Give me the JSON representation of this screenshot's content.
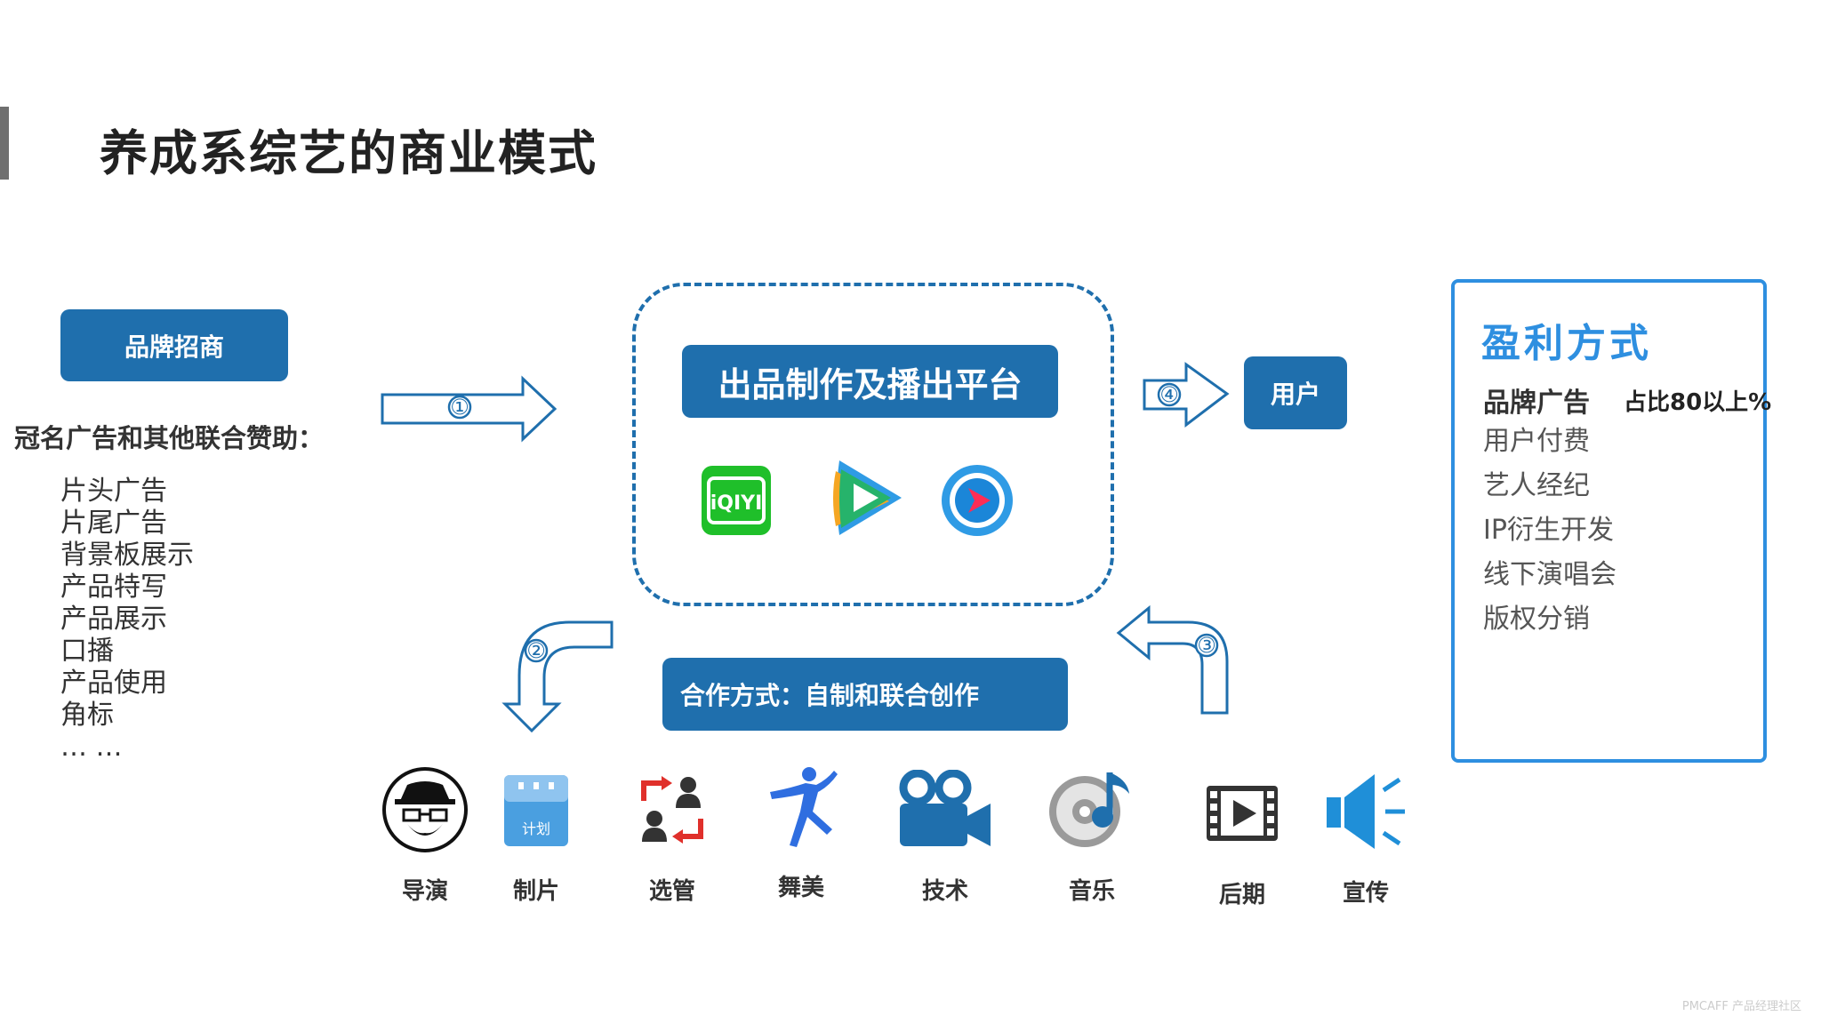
{
  "page_title": "养成系综艺的商业模式",
  "brand": {
    "button_label": "品牌招商",
    "heading": "冠名广告和其他联合赞助：",
    "items": [
      "片头广告",
      "片尾广告",
      "背景板展示",
      "产品特写",
      "产品展示",
      "口播",
      "产品使用",
      "角标",
      "… …"
    ]
  },
  "platform": {
    "label": "出品制作及播出平台",
    "logos": [
      "iqiyi-logo",
      "tencent-video-logo",
      "youku-logo"
    ],
    "iqiyi_text": "iQIYI"
  },
  "user": {
    "label": "用户"
  },
  "cooperation": {
    "label": "合作方式：自制和联合创作"
  },
  "arrows": {
    "a1": "①",
    "a2": "②",
    "a3": "③",
    "a4": "④"
  },
  "roles": [
    {
      "label": "导演",
      "icon": "director-icon"
    },
    {
      "label": "制片",
      "icon": "schedule-icon",
      "icon_text": "计划"
    },
    {
      "label": "选管",
      "icon": "exchange-people-icon"
    },
    {
      "label": "舞美",
      "icon": "dancer-icon"
    },
    {
      "label": "技术",
      "icon": "video-camera-icon"
    },
    {
      "label": "音乐",
      "icon": "music-disc-icon"
    },
    {
      "label": "后期",
      "icon": "film-play-icon"
    },
    {
      "label": "宣传",
      "icon": "speaker-icon"
    }
  ],
  "profit": {
    "title": "盈利方式",
    "first": "品牌广告",
    "first_share": "占比80以上%",
    "items": [
      "用户付费",
      "艺人经纪",
      "IP衍生开发",
      "线下演唱会",
      "版权分销"
    ]
  },
  "watermark": "PMCAFF 产品经理社区",
  "colors": {
    "accent": "#1f6fad",
    "profit_blue": "#2e8fe0"
  }
}
